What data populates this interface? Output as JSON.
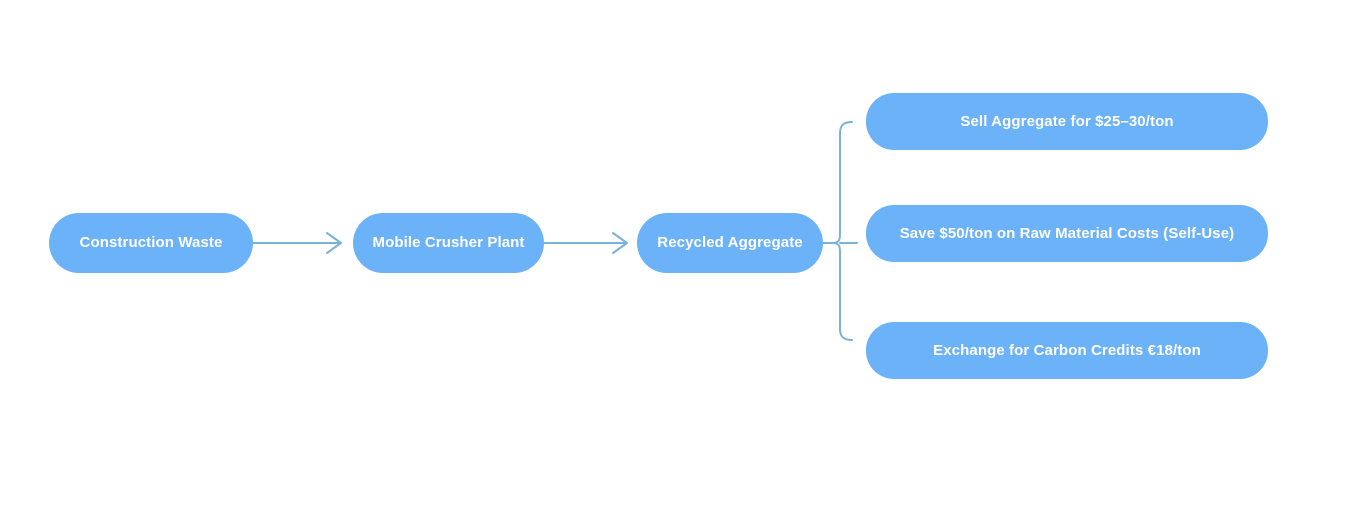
{
  "diagram": {
    "type": "flowchart",
    "direction": "left-to-right",
    "background_color": "#ffffff",
    "node_color": "#6cb2f8",
    "node_text_color": "#ffffff",
    "edge_color": "#7ab3d8",
    "stages": [
      {
        "id": "construction-waste",
        "label": "Construction Waste"
      },
      {
        "id": "mobile-crusher-plant",
        "label": "Mobile Crusher Plant"
      },
      {
        "id": "recycled-aggregate",
        "label": "Recycled Aggregate"
      }
    ],
    "branches": [
      {
        "id": "sell-aggregate",
        "label": "Sell Aggregate for $25–30/ton"
      },
      {
        "id": "save-raw-material",
        "label": "Save $50/ton on Raw Material Costs (Self-Use)"
      },
      {
        "id": "carbon-credits",
        "label": "Exchange for Carbon Credits €18/ton"
      }
    ],
    "edges": [
      {
        "id": "edge-waste-to-crusher",
        "from": "construction-waste",
        "to": "mobile-crusher-plant",
        "style": "arrow"
      },
      {
        "id": "edge-crusher-to-aggregate",
        "from": "mobile-crusher-plant",
        "to": "recycled-aggregate",
        "style": "arrow"
      },
      {
        "id": "edge-aggregate-branch",
        "from": "recycled-aggregate",
        "to": "branches",
        "style": "curly-brace"
      }
    ]
  }
}
